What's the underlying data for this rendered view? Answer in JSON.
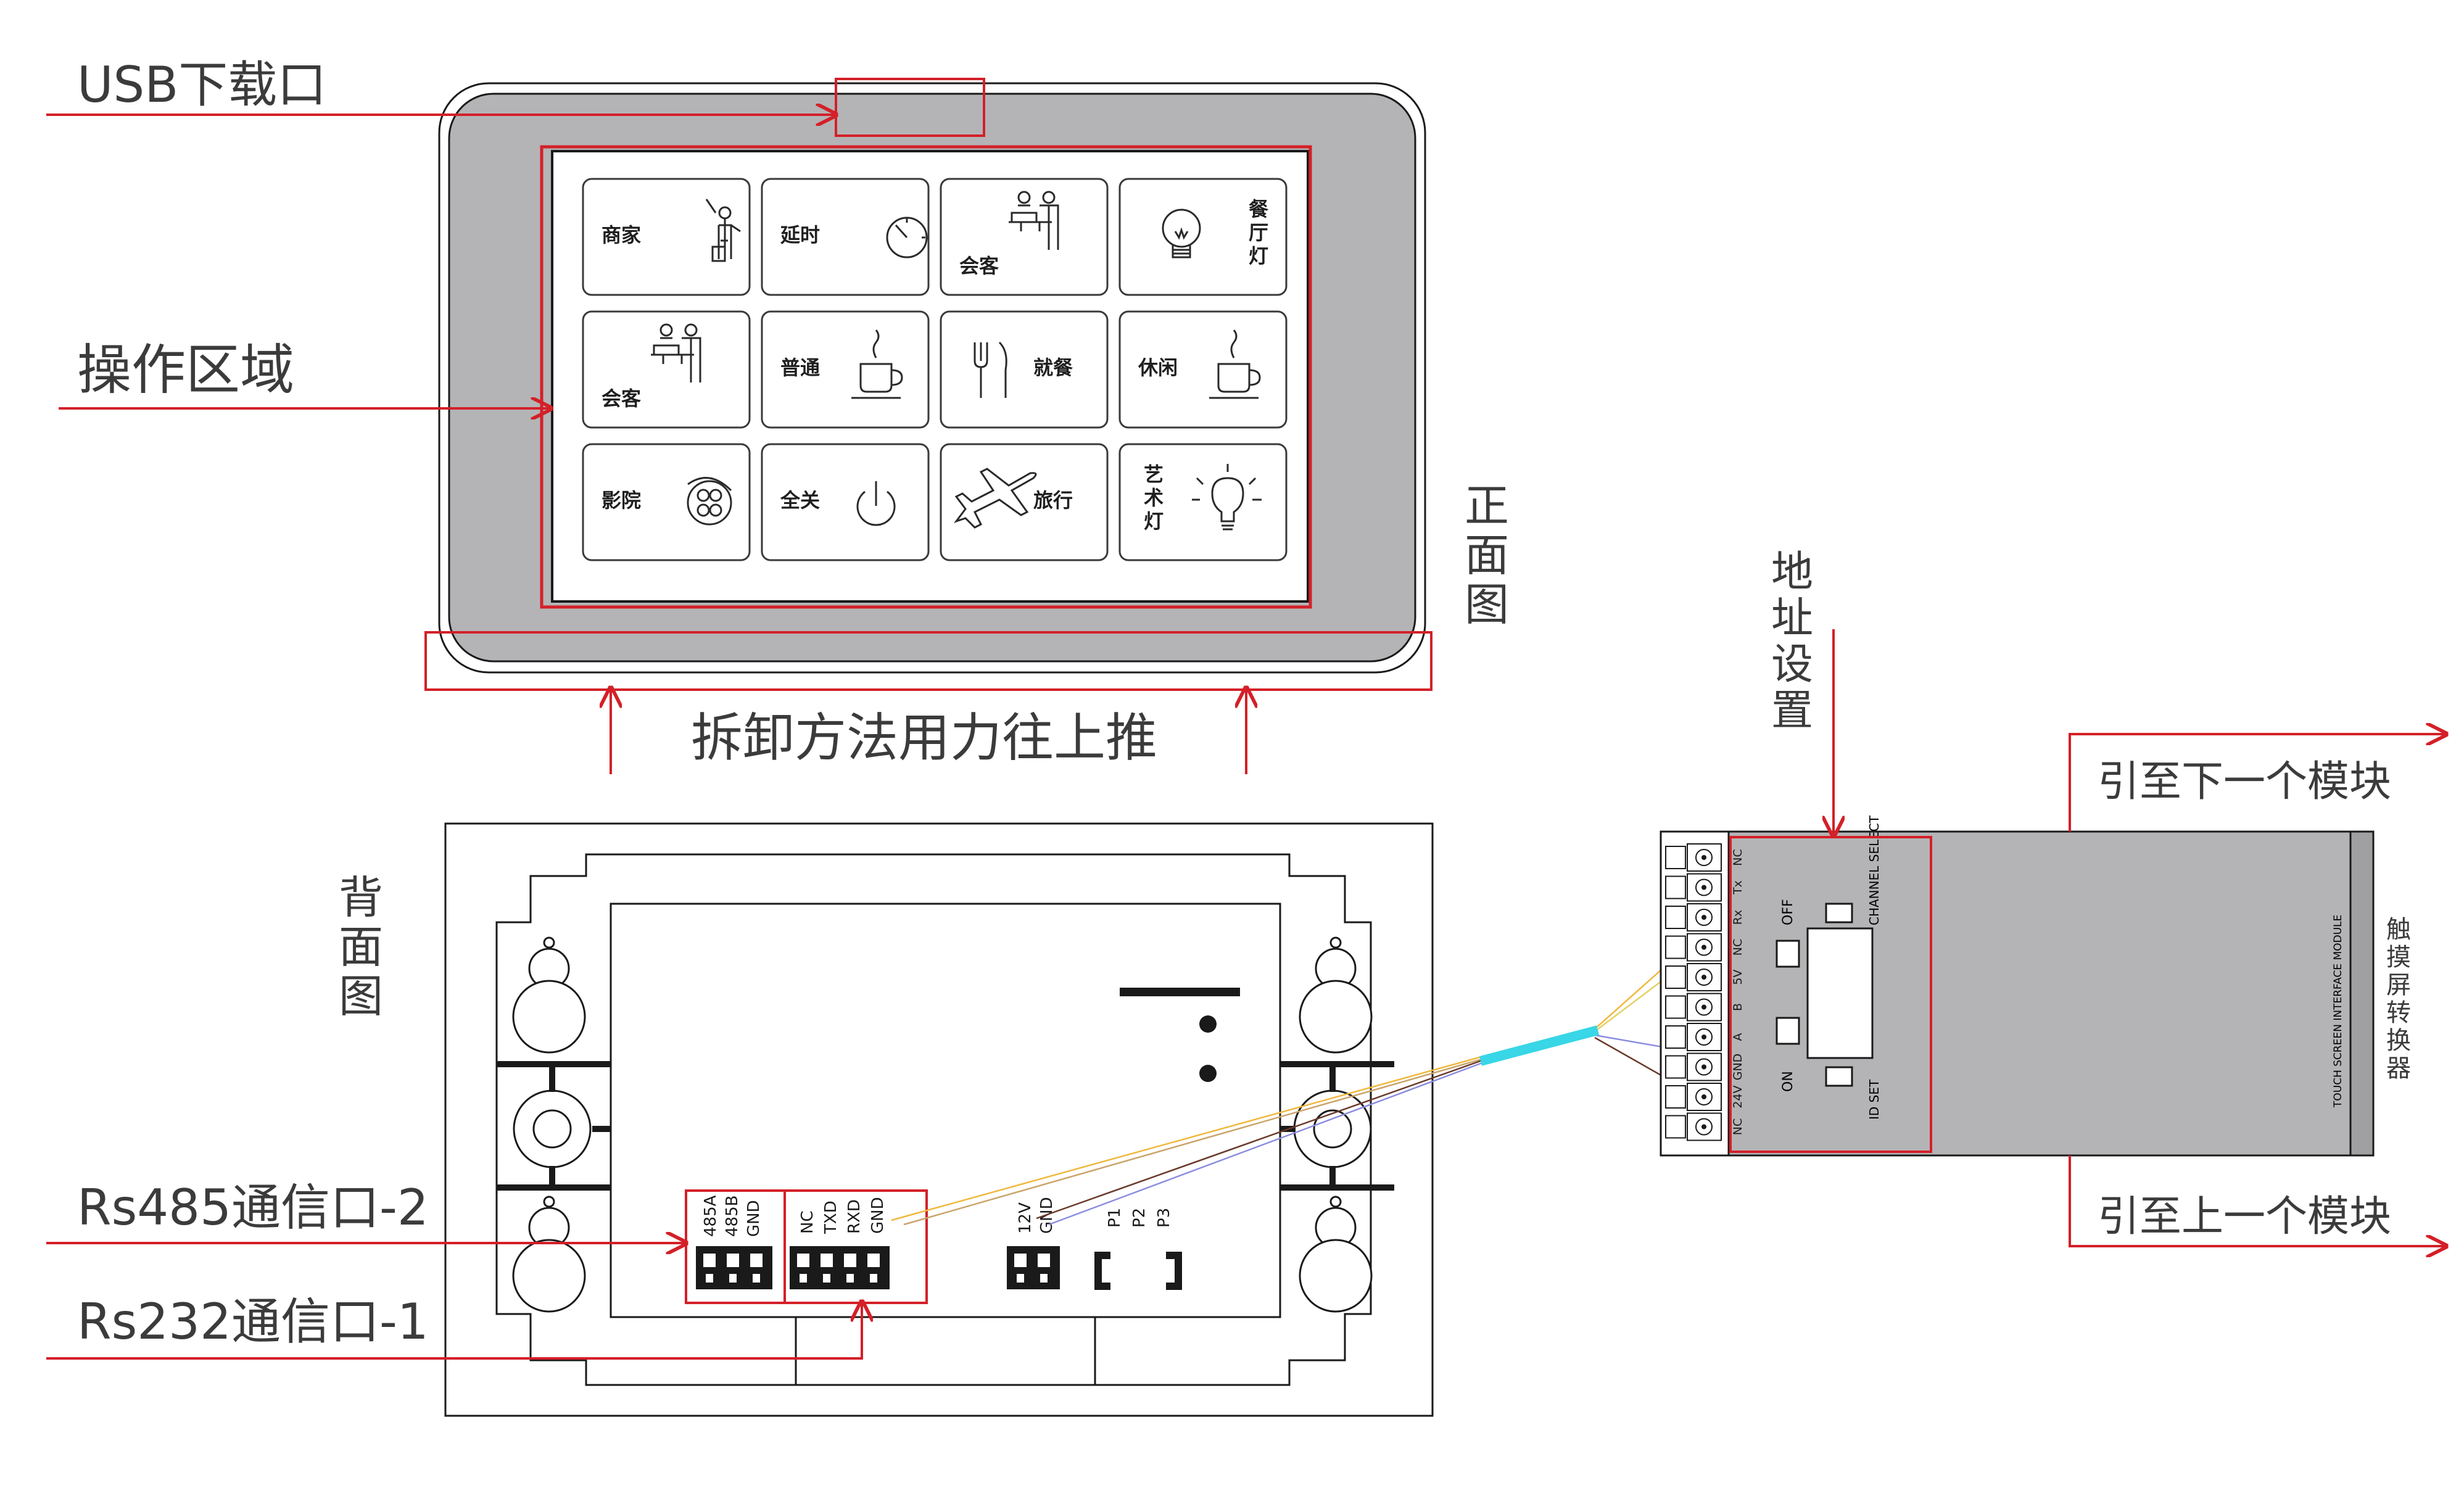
{
  "labels": {
    "usb_port": "USB下载口",
    "operation_area": "操作区域",
    "front_view": [
      "正",
      "面",
      "图"
    ],
    "back_view": [
      "背",
      "面",
      "图"
    ],
    "removal_method": "拆卸方法用力往上推",
    "address_setting": [
      "地",
      "址",
      "设",
      "置"
    ],
    "to_next_module": "引至下一个模块",
    "to_prev_module": "引至上一个模块",
    "rs485_port": "Rs485通信口-2",
    "rs232_port": "Rs232通信口-1",
    "converter_name": [
      "触",
      "摸",
      "屏",
      "转",
      "换",
      "器"
    ],
    "converter_module_text": "TOUCH SCREEN INTERFACE MODULE"
  },
  "buttons": [
    {
      "label": "商家",
      "icon": "merchant-icon"
    },
    {
      "label": "延时",
      "icon": "timer-icon"
    },
    {
      "label": "会客",
      "icon": "meeting-icon"
    },
    {
      "label": "餐厅灯",
      "icon": "bulb-icon"
    },
    {
      "label": "会客",
      "icon": "meeting-icon"
    },
    {
      "label": "普通",
      "icon": "coffee-icon"
    },
    {
      "label": "就餐",
      "icon": "dining-icon"
    },
    {
      "label": "休闲",
      "icon": "coffee-icon"
    },
    {
      "label": "影院",
      "icon": "film-reel-icon"
    },
    {
      "label": "全关",
      "icon": "power-icon"
    },
    {
      "label": "旅行",
      "icon": "airplane-icon"
    },
    {
      "label": "艺术灯",
      "icon": "art-lamp-icon"
    }
  ],
  "back_ports": {
    "rs485": [
      "485A",
      "485B",
      "GND"
    ],
    "rs232": [
      "NC",
      "TXD",
      "RXD",
      "GND"
    ],
    "power": [
      "12V",
      "GND"
    ],
    "pins": [
      "P1",
      "P2",
      "P3"
    ]
  },
  "converter": {
    "terminals": [
      "NC",
      "24V",
      "GND",
      "A",
      "B",
      "5V",
      "NC",
      "Rx",
      "Tx",
      "NC"
    ],
    "switch_labels": {
      "off": "OFF",
      "on": "ON",
      "channel_select": "CHANNEL SELECT",
      "id_set": "ID SET"
    }
  },
  "colors": {
    "accent_red": "#d42028",
    "panel_gray": "#b4b4b6",
    "cable_cyan": "#38d6e6"
  }
}
